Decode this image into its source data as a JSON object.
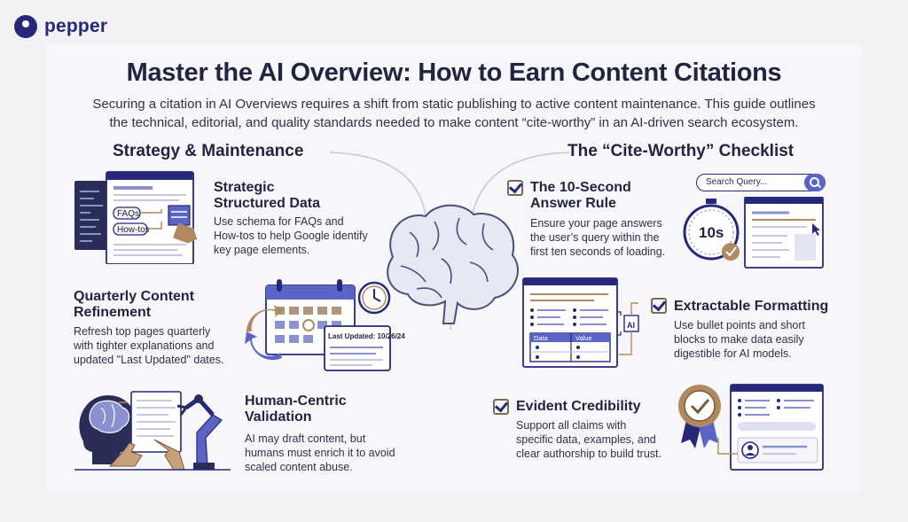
{
  "brand": {
    "name": "pepper"
  },
  "title": "Master the AI Overview: How to Earn Content Citations",
  "intro": {
    "line1": "Securing a citation in AI Overviews requires a shift from static publishing to active content maintenance. This guide outlines",
    "line2": "the technical, editorial, and quality standards needed to make content “cite-worthy” in an AI-driven search ecosystem."
  },
  "left_column": {
    "title": "Strategy & Maintenance",
    "items": [
      {
        "title_l1": "Strategic",
        "title_l2": "Structured Data",
        "body_l1": "Use schema for FAQs and",
        "body_l2": "How-tos to help Google identify",
        "body_l3": "key page elements.",
        "tags": [
          "FAQs",
          "How-tos"
        ]
      },
      {
        "title_l1": "Quarterly Content",
        "title_l2": "Refinement",
        "body_l1": "Refresh top pages quarterly",
        "body_l2": "with tighter explanations and",
        "body_l3": "updated \"Last Updated\" dates.",
        "date_label": "Last Updated: 10/26/24"
      },
      {
        "title_l1": "Human-Centric",
        "title_l2": "Validation",
        "body_l1": "AI may draft content, but",
        "body_l2": "humans must enrich it to avoid",
        "body_l3": "scaled content abuse."
      }
    ]
  },
  "right_column": {
    "title": "The “Cite-Worthy” Checklist",
    "items": [
      {
        "title_l1": "The 10-Second",
        "title_l2": "Answer Rule",
        "body_l1": "Ensure your page answers",
        "body_l2": "the user’s query within the",
        "body_l3": "first ten seconds of loading.",
        "search_placeholder": "Search Query...",
        "timer": "10s"
      },
      {
        "title_l1": "Extractable Formatting",
        "body_l1": "Use bullet points and short",
        "body_l2": "blocks to make data easily",
        "body_l3": "digestible for AI models.",
        "table_headers": [
          "Data",
          "Value"
        ],
        "ai_label": "AI"
      },
      {
        "title_l1": "Evident Credibility",
        "body_l1": "Support all claims with",
        "body_l2": "specific data, examples, and",
        "body_l3": "clear authorship to build trust."
      }
    ]
  },
  "colors": {
    "navy": "#26297a",
    "accent": "#5a64c7",
    "tan": "#b08a5e",
    "ink": "#22253f"
  }
}
